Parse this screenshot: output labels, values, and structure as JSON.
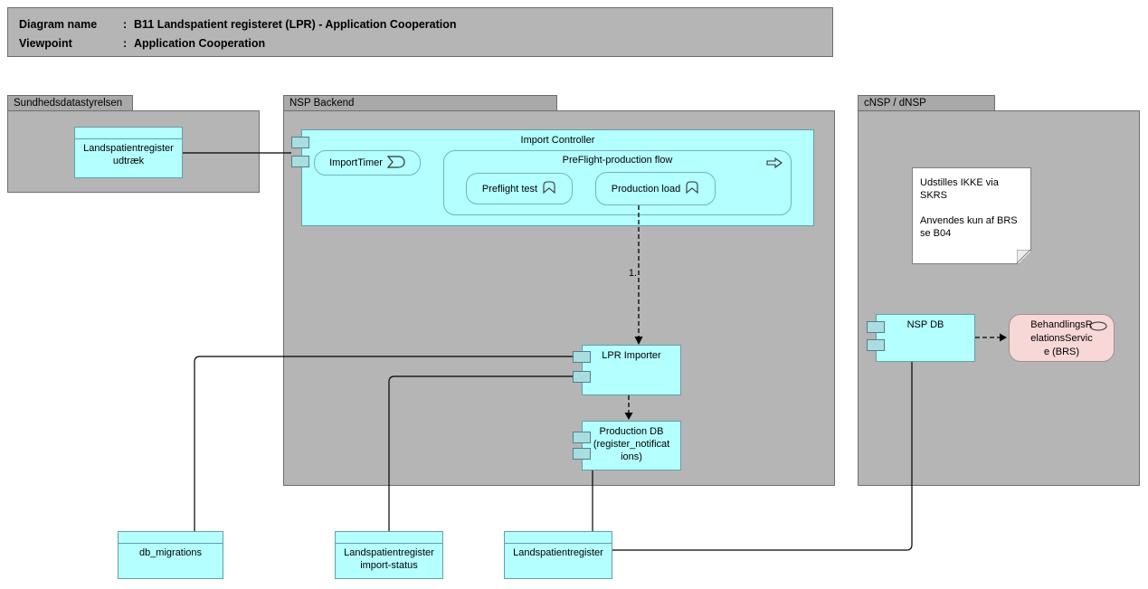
{
  "title_block": {
    "rows": [
      {
        "label": "Diagram name",
        "sep": ":",
        "value": "B11 Landspatient registeret (LPR) - Application Cooperation"
      },
      {
        "label": "Viewpoint",
        "sep": ":",
        "value": "Application Cooperation"
      }
    ]
  },
  "groups": {
    "sundhedsdatastyrelsen": {
      "label": "Sundhedsdatastyrelsen"
    },
    "nsp_backend": {
      "label": "NSP Backend"
    },
    "cnsp_dnsp": {
      "label": "cNSP / dNSP"
    }
  },
  "nodes": {
    "lpr_udtraek": {
      "line1": "Landspatientregister",
      "line2": "udtræk"
    },
    "import_controller": {
      "label": "Import Controller"
    },
    "import_timer": {
      "label": "ImportTimer"
    },
    "preflight_flow": {
      "label": "PreFlight-production flow"
    },
    "preflight_test": {
      "label": "Preflight test"
    },
    "production_load": {
      "label": "Production load"
    },
    "lpr_importer": {
      "label": "LPR Importer"
    },
    "production_db": {
      "line1": "Production DB",
      "line2": "(register_notificat",
      "line3": "ions)"
    },
    "nsp_db": {
      "label": "NSP DB"
    },
    "brs": {
      "line1": "BehandlingsR",
      "line2": "elationsServic",
      "line3": "e (BRS)"
    },
    "note": {
      "line1": "Udstilles IKKE via SKRS",
      "line2": "Anvendes kun af BRS",
      "line3": "se B04"
    },
    "db_migrations": {
      "label": "db_migrations"
    },
    "lpr_import_status": {
      "line1": "Landspatientregister",
      "line2": "import-status"
    },
    "landspatientregister": {
      "label": "Landspatientregister"
    }
  },
  "connectors": {
    "flow_label": "1."
  },
  "colors": {
    "group_gray": "#b5b5b5",
    "group_tab_gray": "#a9a9a9",
    "component_cyan": "#b4ffff",
    "component_border": "#62a0a8",
    "port_fill": "#a9dde0",
    "service_pink": "#f8d7d7",
    "line_black": "#000000"
  }
}
